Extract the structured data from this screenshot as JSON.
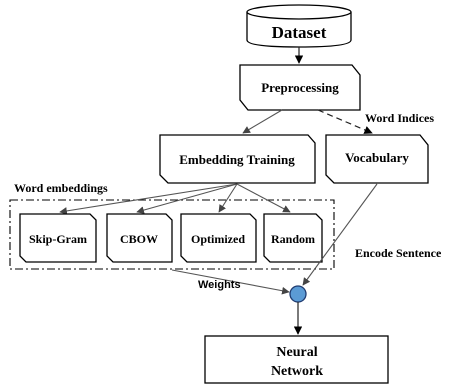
{
  "nodes": {
    "dataset": "Dataset",
    "preprocessing": "Preprocessing",
    "embedding_training": "Embedding Training",
    "vocabulary": "Vocabulary",
    "skip_gram": "Skip-Gram",
    "cbow": "CBOW",
    "optimized": "Optimized",
    "random": "Random",
    "neural_network_line1": "Neural",
    "neural_network_line2": "Network"
  },
  "labels": {
    "word_indices": "Word Indices",
    "word_embeddings": "Word embeddings",
    "encode_sentence": "Encode Sentence",
    "weights": "Weights"
  },
  "colors": {
    "junction_fill": "#5b9bd5",
    "junction_stroke": "#1f3b70"
  }
}
